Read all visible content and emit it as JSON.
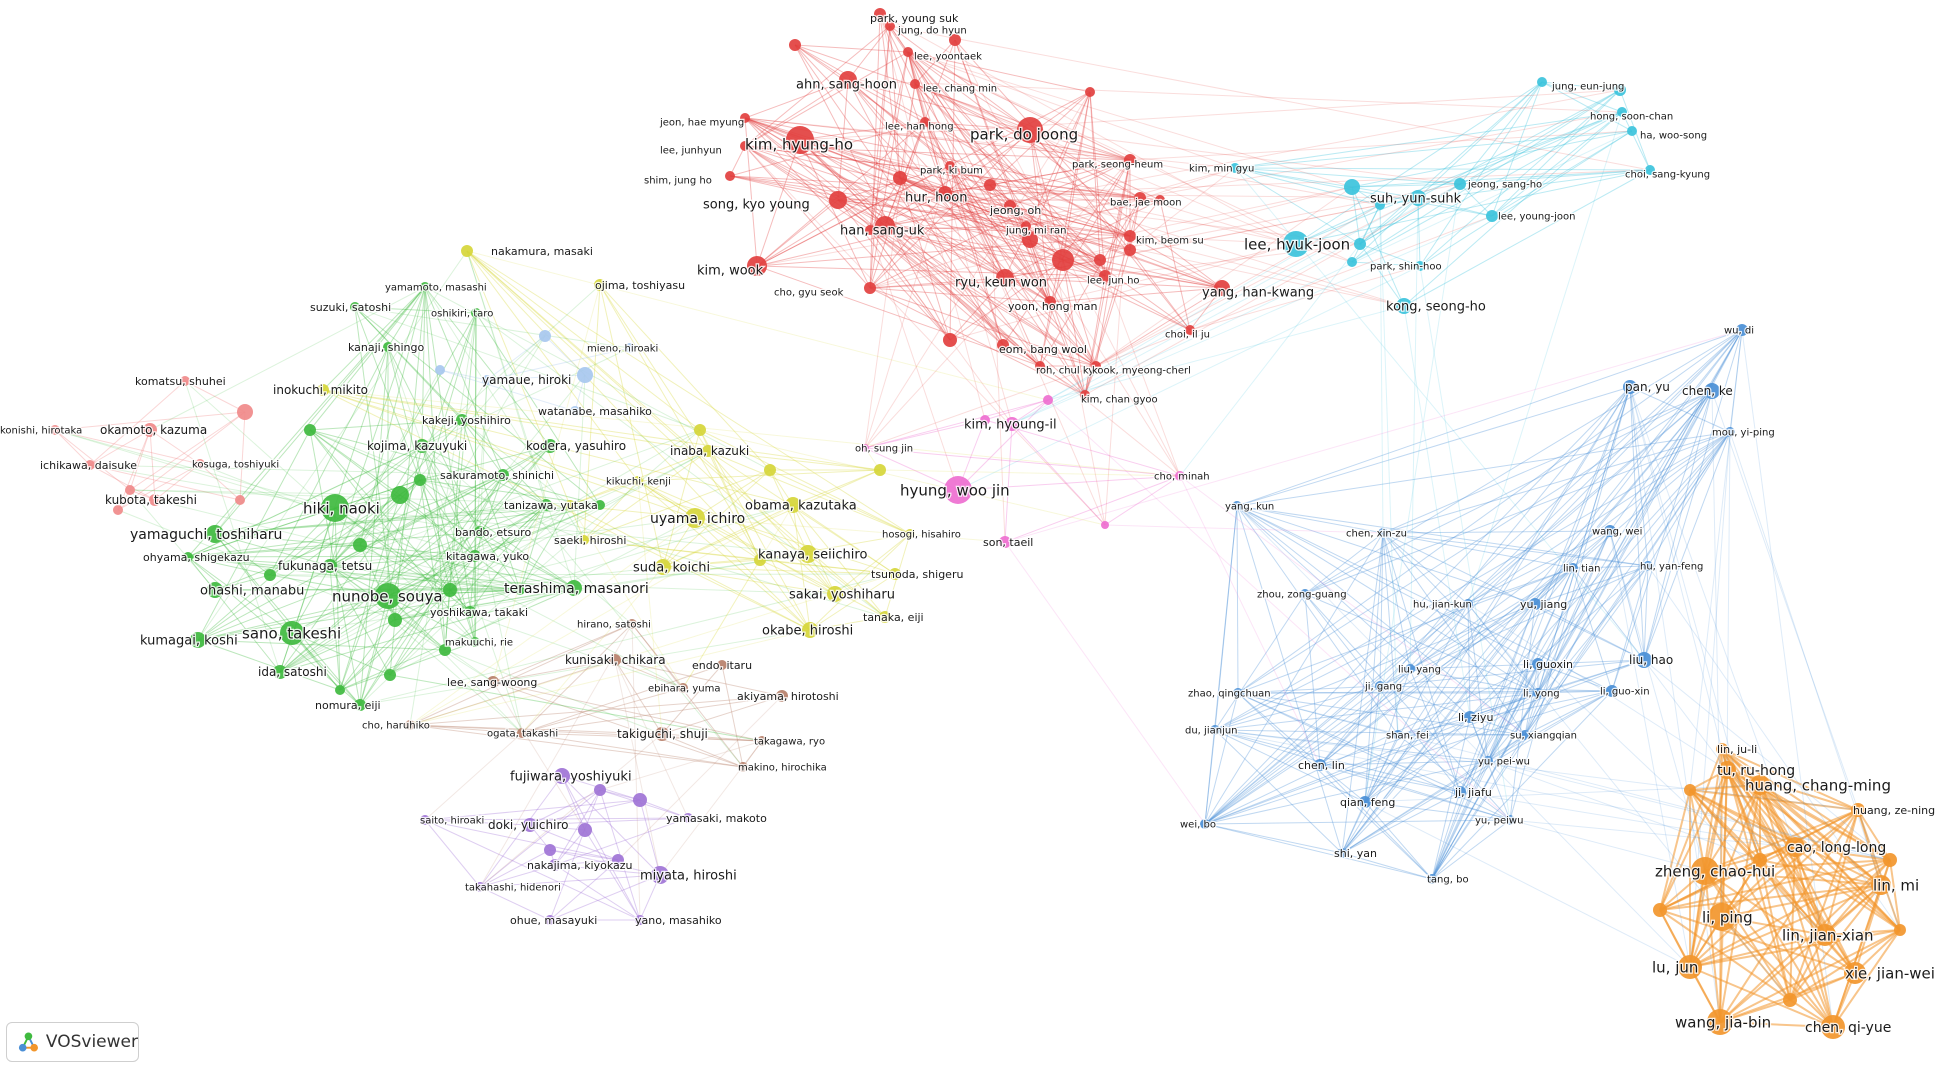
{
  "app": {
    "name": "VOSviewer"
  },
  "colors": {
    "red": "#e2403f",
    "cyan": "#3cc3dc",
    "green": "#3fba3f",
    "yellow": "#d6d63a",
    "purple": "#a074d6",
    "brown": "#b7806a",
    "blue": "#4a8fd6",
    "orange": "#f2962c",
    "pink": "#ee6fd0",
    "salmon": "#f08a8a",
    "lightgreen": "#9be08f",
    "lightblue": "#a8c8ef",
    "lavender": "#c7a6e8",
    "peach": "#f5b88c",
    "paleyellow": "#ecec9a"
  },
  "clusters": {
    "red": [
      "park, young suk",
      "jung, do hyun",
      "lee, yoontaek",
      "ahn, sang-hoon",
      "lee, chang min",
      "jeon, hae myung",
      "lee, han hong",
      "park, do joong",
      "kim, hyung-ho",
      "lee, junhyun",
      "park, ki bum",
      "park, seong-heum",
      "shim, jung ho",
      "song, kyo young",
      "hur, hoon",
      "jeong, oh",
      "bae, jae moon",
      "han, sang-uk",
      "jung, mi ran",
      "kim, beom su",
      "kim, wook",
      "ryu, keun won",
      "lee, jun ho",
      "cho, gyu seok",
      "yoon, hong man",
      "yang, han-kwang",
      "choi, il ju",
      "eom, bang wool",
      "roh, chul kyu",
      "kook, myeong-cherl",
      "kim, chan gyoo"
    ],
    "cyan": [
      "jung, eun-jung",
      "hong, soon-chan",
      "ha, woo-song",
      "choi, sang-kyung",
      "kim, min gyu",
      "jeong, sang-ho",
      "suh, yun-suhk",
      "lee, young-joon",
      "lee, hyuk-joon",
      "park, shin-hoo",
      "kong, seong-ho"
    ],
    "pink": [
      "kim, hyoung-il",
      "oh, sung jin",
      "hyung, woo jin",
      "cho, minah",
      "son, taeil"
    ],
    "green": [
      "suzuki, satoshi",
      "yamamoto, masashi",
      "oshikiri, taro",
      "kanaji, shingo",
      "kakeji, yoshihiro",
      "kojima, kazuyuki",
      "kodera, yasuhiro",
      "sakuramoto, shinichi",
      "hiki, naoki",
      "tanizawa, yutaka",
      "bando, etsuro",
      "yamaguchi, toshiharu",
      "ohyama, shigekazu",
      "kitagawa, yuko",
      "fukunaga, tetsu",
      "ohashi, manabu",
      "nunobe, souya",
      "terashima, masanori",
      "yoshikawa, takaki",
      "kumagai, koshi",
      "sano, takeshi",
      "makuuchi, rie",
      "ida, satoshi",
      "nomura, eiji"
    ],
    "yellow": [
      "nakamura, masaki",
      "ojima, toshiyasu",
      "inokuchi, mikito",
      "inaba, kazuki",
      "kikuchi, kenji",
      "uyama, ichiro",
      "obama, kazutaka",
      "saeki, hiroshi",
      "hosogi, hisahiro",
      "kanaya, seiichiro",
      "suda, koichi",
      "tsunoda, shigeru",
      "sakai, yoshiharu",
      "tanaka, eiji",
      "okabe, hiroshi"
    ],
    "salmon": [
      "komatsu, shuhei",
      "konishi, hirotaka",
      "okamoto, kazuma",
      "ichikawa, daisuke",
      "kosuga, toshiyuki",
      "kubota, takeshi"
    ],
    "lightblue": [
      "mieno, hiroaki",
      "yamaue, hiroki",
      "watanabe, masahiko"
    ],
    "brown": [
      "hirano, satoshi",
      "kunisaki, chikara",
      "endo, itaru",
      "ebihara, yuma",
      "lee, sang-woong",
      "akiyama, hirotoshi",
      "cho, haruhiko",
      "ogata, takashi",
      "takiguchi, shuji",
      "takagawa, ryo",
      "makino, hirochika"
    ],
    "purple": [
      "fujiwara, yoshiyuki",
      "saito, hiroaki",
      "doki, yuichiro",
      "yamasaki, makoto",
      "nakajima, kiyokazu",
      "miyata, hiroshi",
      "takahashi, hidenori",
      "ohue, masayuki",
      "yano, masahiko"
    ],
    "blue": [
      "wu, di",
      "pan, yu",
      "chen, ke",
      "mou, yi-ping",
      "yang, kun",
      "wang, wei",
      "chen, xin-zu",
      "lin, tian",
      "hu, yan-feng",
      "zhou, zong-guang",
      "hu, jian-kun",
      "yu, jiang",
      "liu, yang",
      "li, guoxin",
      "liu, hao",
      "ji, gang",
      "zhao, qingchuan",
      "li, yong",
      "li, guo-xin",
      "li, ziyu",
      "shan, fei",
      "su, xiangqian",
      "du, jianjun",
      "yu, pei-wu",
      "chen, lin",
      "ji, jiafu",
      "qian, feng",
      "yu, peiwu",
      "wei, bo",
      "shi, yan",
      "tang, bo"
    ],
    "orange": [
      "lin, ju-li",
      "tu, ru-hong",
      "huang, ze-ning",
      "huang, chang-ming",
      "cao, long-long",
      "zheng, chao-hui",
      "lin, mi",
      "li, ping",
      "lin, jian-xian",
      "lu, jun",
      "xie, jian-wei",
      "wang, jia-bin",
      "chen, qi-yue"
    ]
  }
}
